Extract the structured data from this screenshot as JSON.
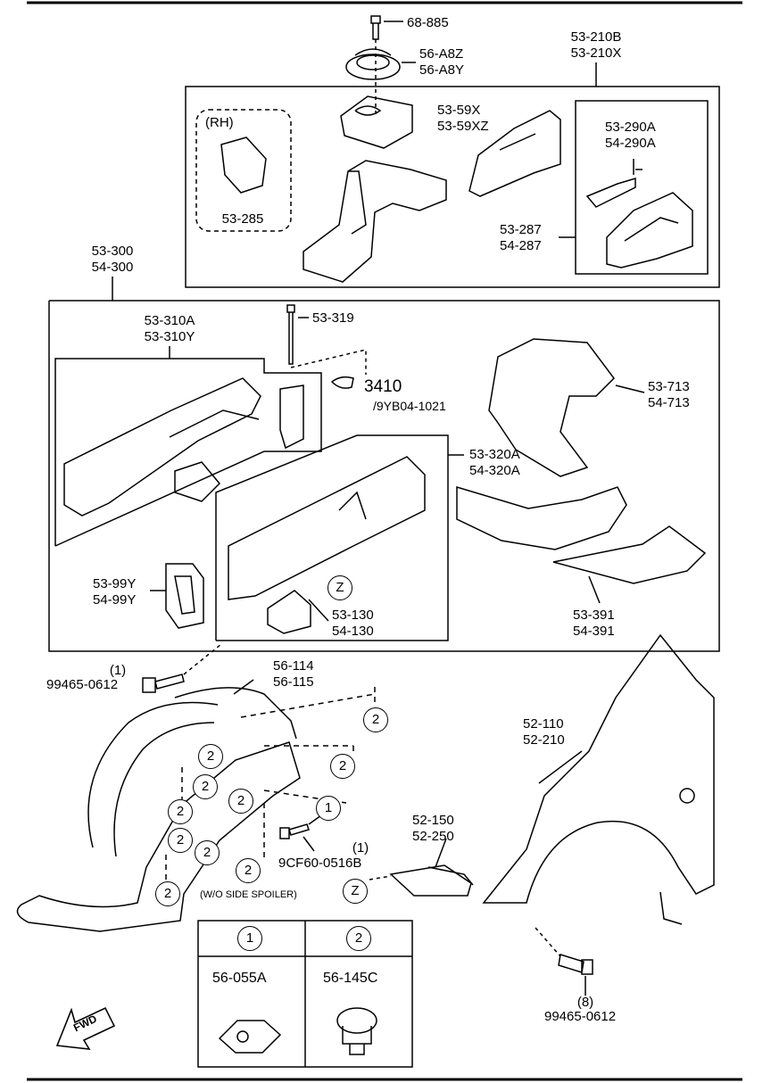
{
  "top_bolt": {
    "part": "68-885"
  },
  "strut_mount": {
    "part_a": "56-A8Z",
    "part_b": "56-A8Y"
  },
  "apron_assy": {
    "part_a": "53-210B",
    "part_b": "53-210X"
  },
  "rh_box": {
    "label": "(RH)",
    "part": "53-285"
  },
  "bracket_59": {
    "part_a": "53-59X",
    "part_b": "53-59XZ"
  },
  "reinf_290": {
    "part_a": "53-290A",
    "part_b": "54-290A"
  },
  "reinf_287": {
    "part_a": "53-287",
    "part_b": "54-287"
  },
  "frame_assy": {
    "part_a": "53-300",
    "part_b": "54-300"
  },
  "member_310": {
    "part_a": "53-310A",
    "part_b": "53-310Y"
  },
  "bolt_319": {
    "part": "53-319"
  },
  "ref_3410": {
    "code": "3410",
    "sub": "/9YB04-1021"
  },
  "member_713": {
    "part_a": "53-713",
    "part_b": "54-713"
  },
  "member_320": {
    "part_a": "53-320A",
    "part_b": "54-320A"
  },
  "plate_99": {
    "part_a": "53-99Y",
    "part_b": "54-99Y"
  },
  "bracket_130": {
    "part_a": "53-130",
    "part_b": "54-130"
  },
  "member_391": {
    "part_a": "53-391",
    "part_b": "54-391"
  },
  "screw_left": {
    "qty": "(1)",
    "part": "99465-0612"
  },
  "liner": {
    "part_a": "56-114",
    "part_b": "56-115"
  },
  "fender": {
    "part_a": "52-110",
    "part_b": "52-210"
  },
  "bracket_150": {
    "part_a": "52-150",
    "part_b": "52-250"
  },
  "screw_9cf": {
    "qty": "(1)",
    "part": "9CF60-0516B"
  },
  "note_spoiler": "(W/O SIDE SPOILER)",
  "screw_right": {
    "qty": "(8)",
    "part": "99465-0612"
  },
  "callouts": {
    "one": "1",
    "two": "2",
    "z": "Z"
  },
  "legend": {
    "col1_mark": "1",
    "col2_mark": "2",
    "col1_part": "56-055A",
    "col2_part": "56-145C"
  },
  "fwd_label": "FWD"
}
